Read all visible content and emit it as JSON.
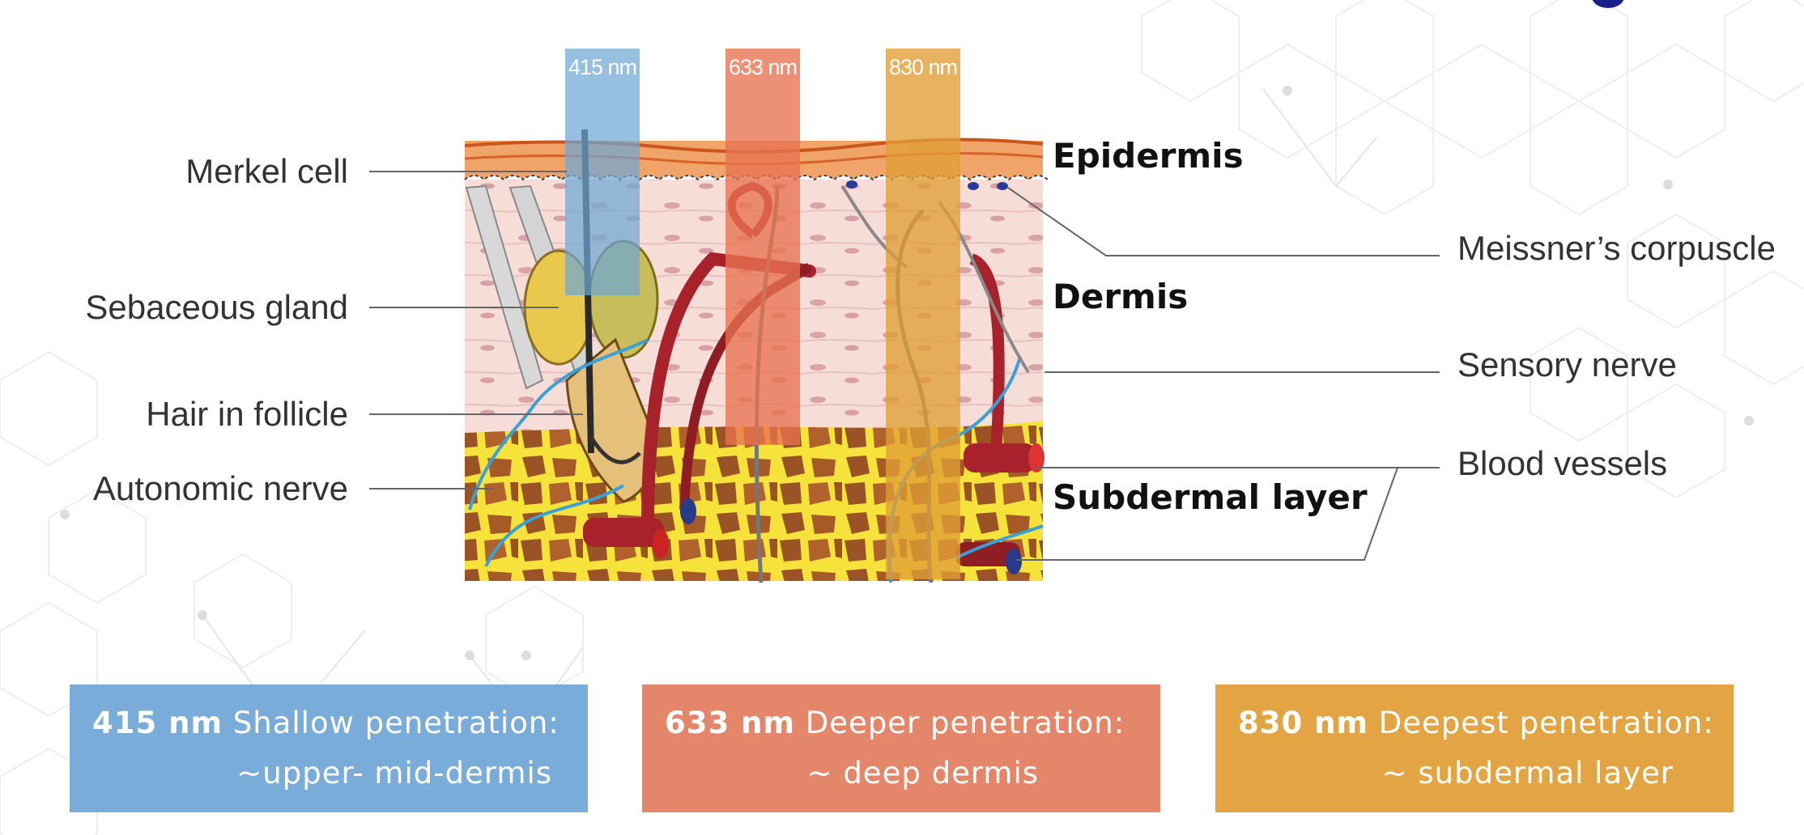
{
  "wavelength_beams": [
    {
      "label": "415 nm",
      "color": "#7aaed6"
    },
    {
      "label": "633 nm",
      "color": "#e8775a"
    },
    {
      "label": "830 nm",
      "color": "#e0a03a"
    }
  ],
  "left_labels": {
    "merkel": "Merkel cell",
    "sebaceous": "Sebaceous gland",
    "hair": "Hair in follicle",
    "autonomic": "Autonomic nerve"
  },
  "right_labels": {
    "meissner": "Meissner’s corpuscle",
    "sensory": "Sensory nerve",
    "blood": "Blood vessels"
  },
  "layers": {
    "epidermis": "Epidermis",
    "dermis": "Dermis",
    "subdermal": "Subdermal layer"
  },
  "captions": [
    {
      "nm": "415 nm",
      "line1": " Shallow penetration:",
      "line2": "~upper- mid-dermis",
      "color": "#79acd8"
    },
    {
      "nm": "633 nm",
      "line1": " Deeper penetration:",
      "line2": "~ deep dermis",
      "color": "#e4866a"
    },
    {
      "nm": "830 nm",
      "line1": " Deepest penetration:",
      "line2": "~ subdermal layer",
      "color": "#e3a543"
    }
  ]
}
